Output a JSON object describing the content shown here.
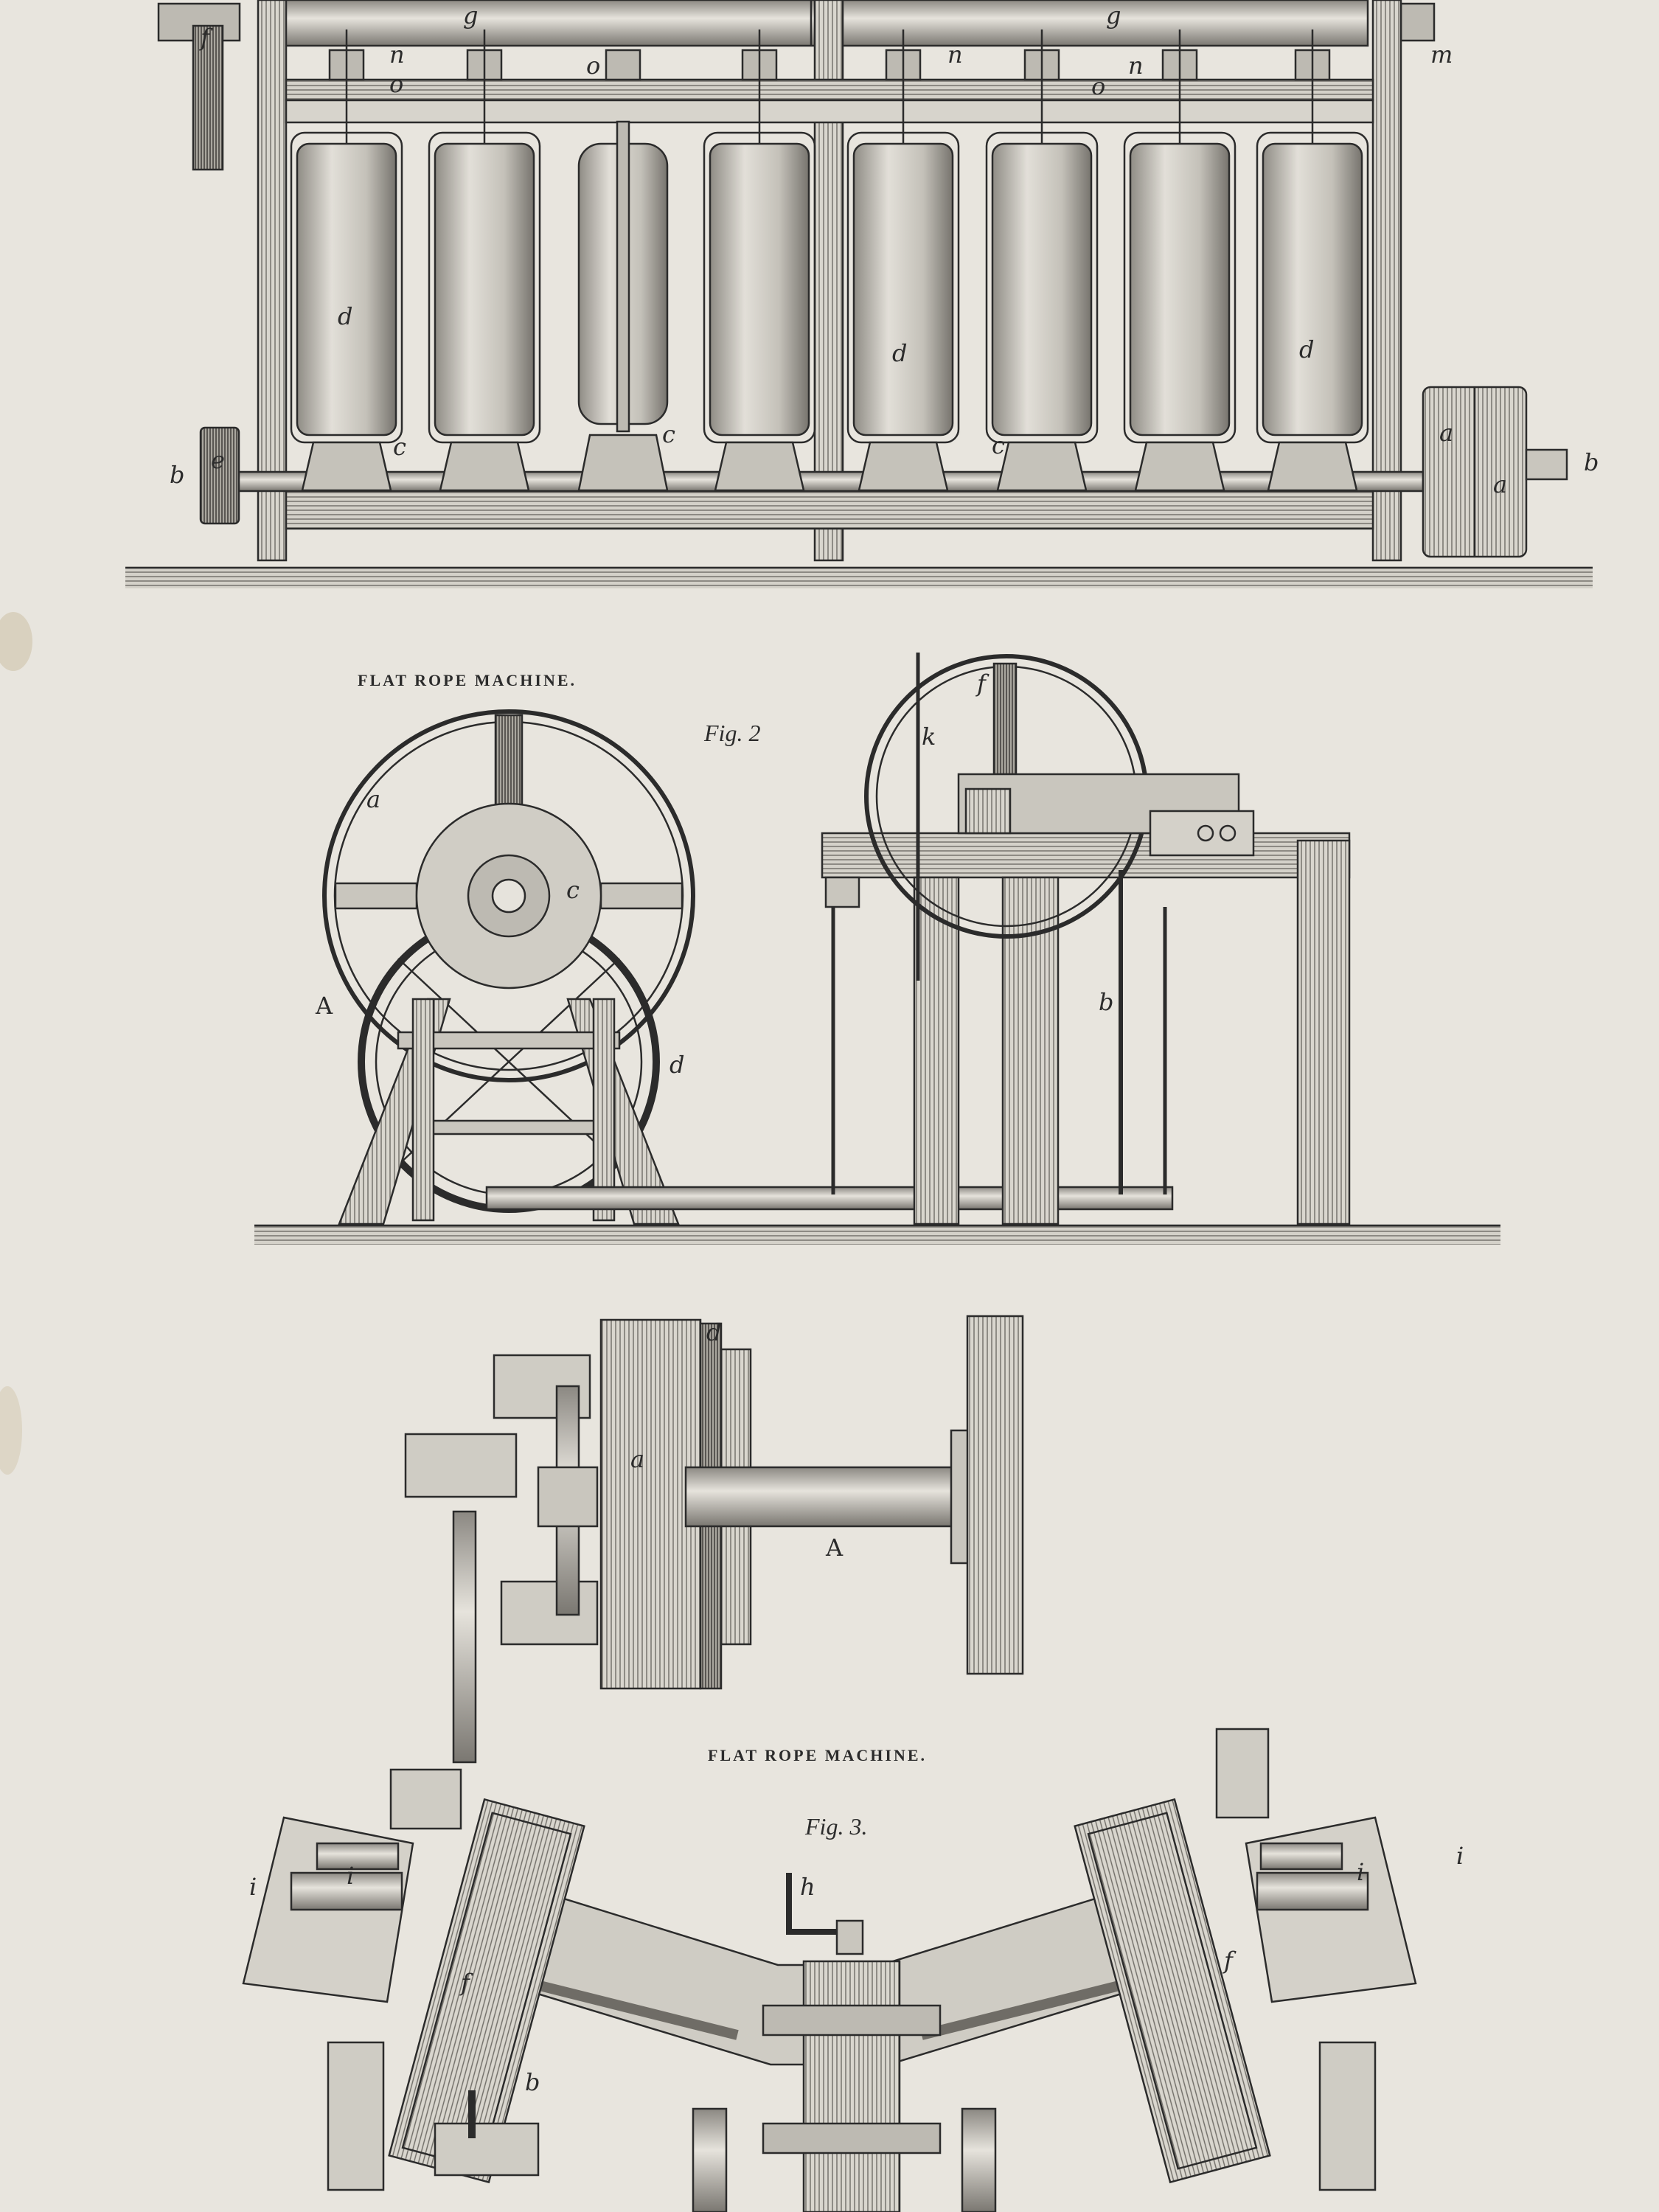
{
  "colors": {
    "paper": "#e8e5de",
    "ink": "#2b2b2b",
    "metal": "#cfccc4",
    "shade": "#9e9b93"
  },
  "fig1": {
    "letters": {
      "g": "g",
      "n": "n",
      "o": "o",
      "m": "m",
      "f": "f",
      "d": "d",
      "c": "c",
      "b": "b",
      "e": "e",
      "a": "a"
    }
  },
  "fig2": {
    "caption": "FLAT ROPE MACHINE.",
    "title": "Fig. 2",
    "letters": {
      "a": "a",
      "c": "c",
      "A": "A",
      "d": "d",
      "f": "f",
      "k": "k",
      "b": "b"
    }
  },
  "plan": {
    "letters": {
      "d": "d",
      "a": "a",
      "A": "A"
    }
  },
  "fig3": {
    "caption": "FLAT ROPE MACHINE.",
    "title": "Fig. 3.",
    "letters": {
      "h": "h",
      "i": "i",
      "f": "f",
      "b": "b"
    }
  }
}
